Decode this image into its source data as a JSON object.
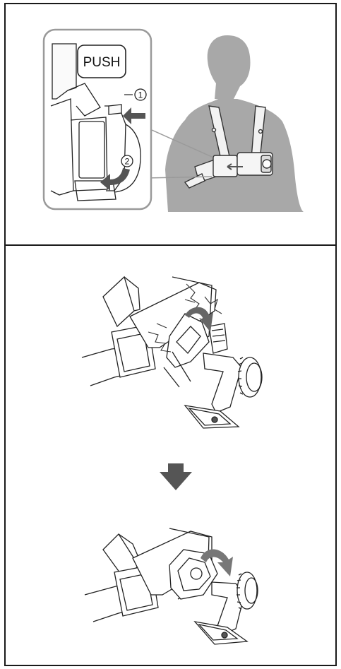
{
  "panel_top": {
    "callout": {
      "push_label": "PUSH",
      "step_1": "1",
      "step_2": "2"
    }
  },
  "panel_bottom": {},
  "colors": {
    "border": "#1a1a1a",
    "silhouette": "#a8a8a8",
    "callout_stroke": "#9a9a9a",
    "line": "#222222",
    "arrow": "#555555"
  }
}
